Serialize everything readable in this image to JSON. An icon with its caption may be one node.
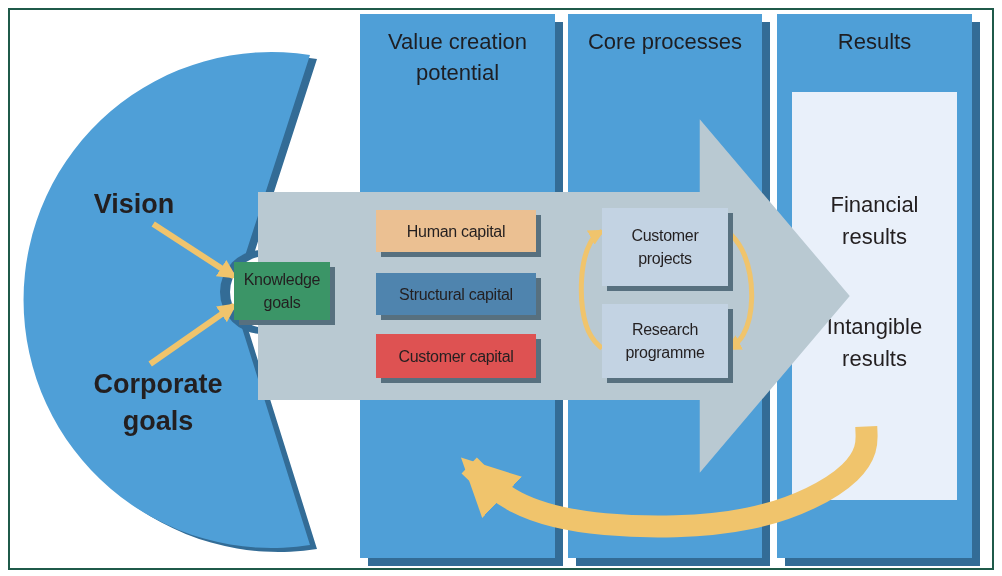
{
  "diagram": {
    "nodes": [
      {
        "text": [
          "Vision"
        ]
      },
      {
        "text": [
          "Corporate goals"
        ]
      },
      {
        "text": [
          "Value creation potential"
        ]
      },
      {
        "text": [
          "Core processes"
        ]
      },
      {
        "text": [
          "Results"
        ]
      },
      {
        "text": [
          "Knowledge goals"
        ]
      },
      {
        "text": [
          "Human capital"
        ],
        "in": 2
      },
      {
        "text": [
          "Structural capital"
        ],
        "in": 2
      },
      {
        "text": [
          "Customer capital"
        ],
        "in": 2
      },
      {
        "text": [
          "Customer projects"
        ],
        "in": 3
      },
      {
        "text": [
          "Research programme"
        ],
        "in": 3
      },
      {
        "text": [
          "Financial results",
          "Intangible results"
        ],
        "in": 4
      }
    ],
    "edges": [
      {
        "from": 0,
        "to": 5,
        "arrow": "to"
      },
      {
        "from": 1,
        "to": 5,
        "arrow": "to"
      },
      {
        "from": 10,
        "to": 9,
        "arrow": "to"
      },
      {
        "from": 9,
        "to": 10,
        "arrow": "to"
      },
      {
        "from": 11,
        "to": 2,
        "arrow": "to",
        "style": "thick"
      },
      {
        "from": 5,
        "to": 11,
        "arrow": "to",
        "style": "thick",
        "color": "#b9c9d2"
      }
    ]
  }
}
